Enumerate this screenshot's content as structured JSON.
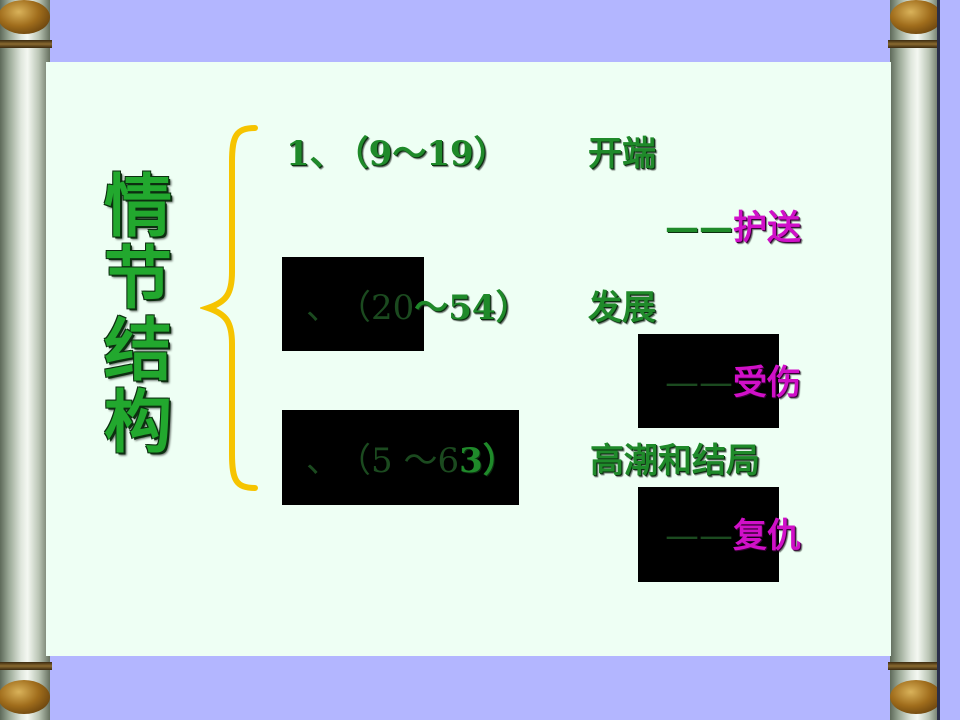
{
  "title": "情节结构",
  "rows": [
    {
      "num": "1、",
      "range": "（9～19）",
      "label": "开端",
      "sub_dash": "——",
      "sub": "护送"
    },
    {
      "num": "、",
      "range": "（20～54）",
      "label": "发展",
      "sub_dash": "——",
      "sub": "受伤"
    },
    {
      "num": "、",
      "range": "（5 ～63）",
      "label": "高潮和结局",
      "sub_dash": "——",
      "sub": "复仇"
    }
  ]
}
